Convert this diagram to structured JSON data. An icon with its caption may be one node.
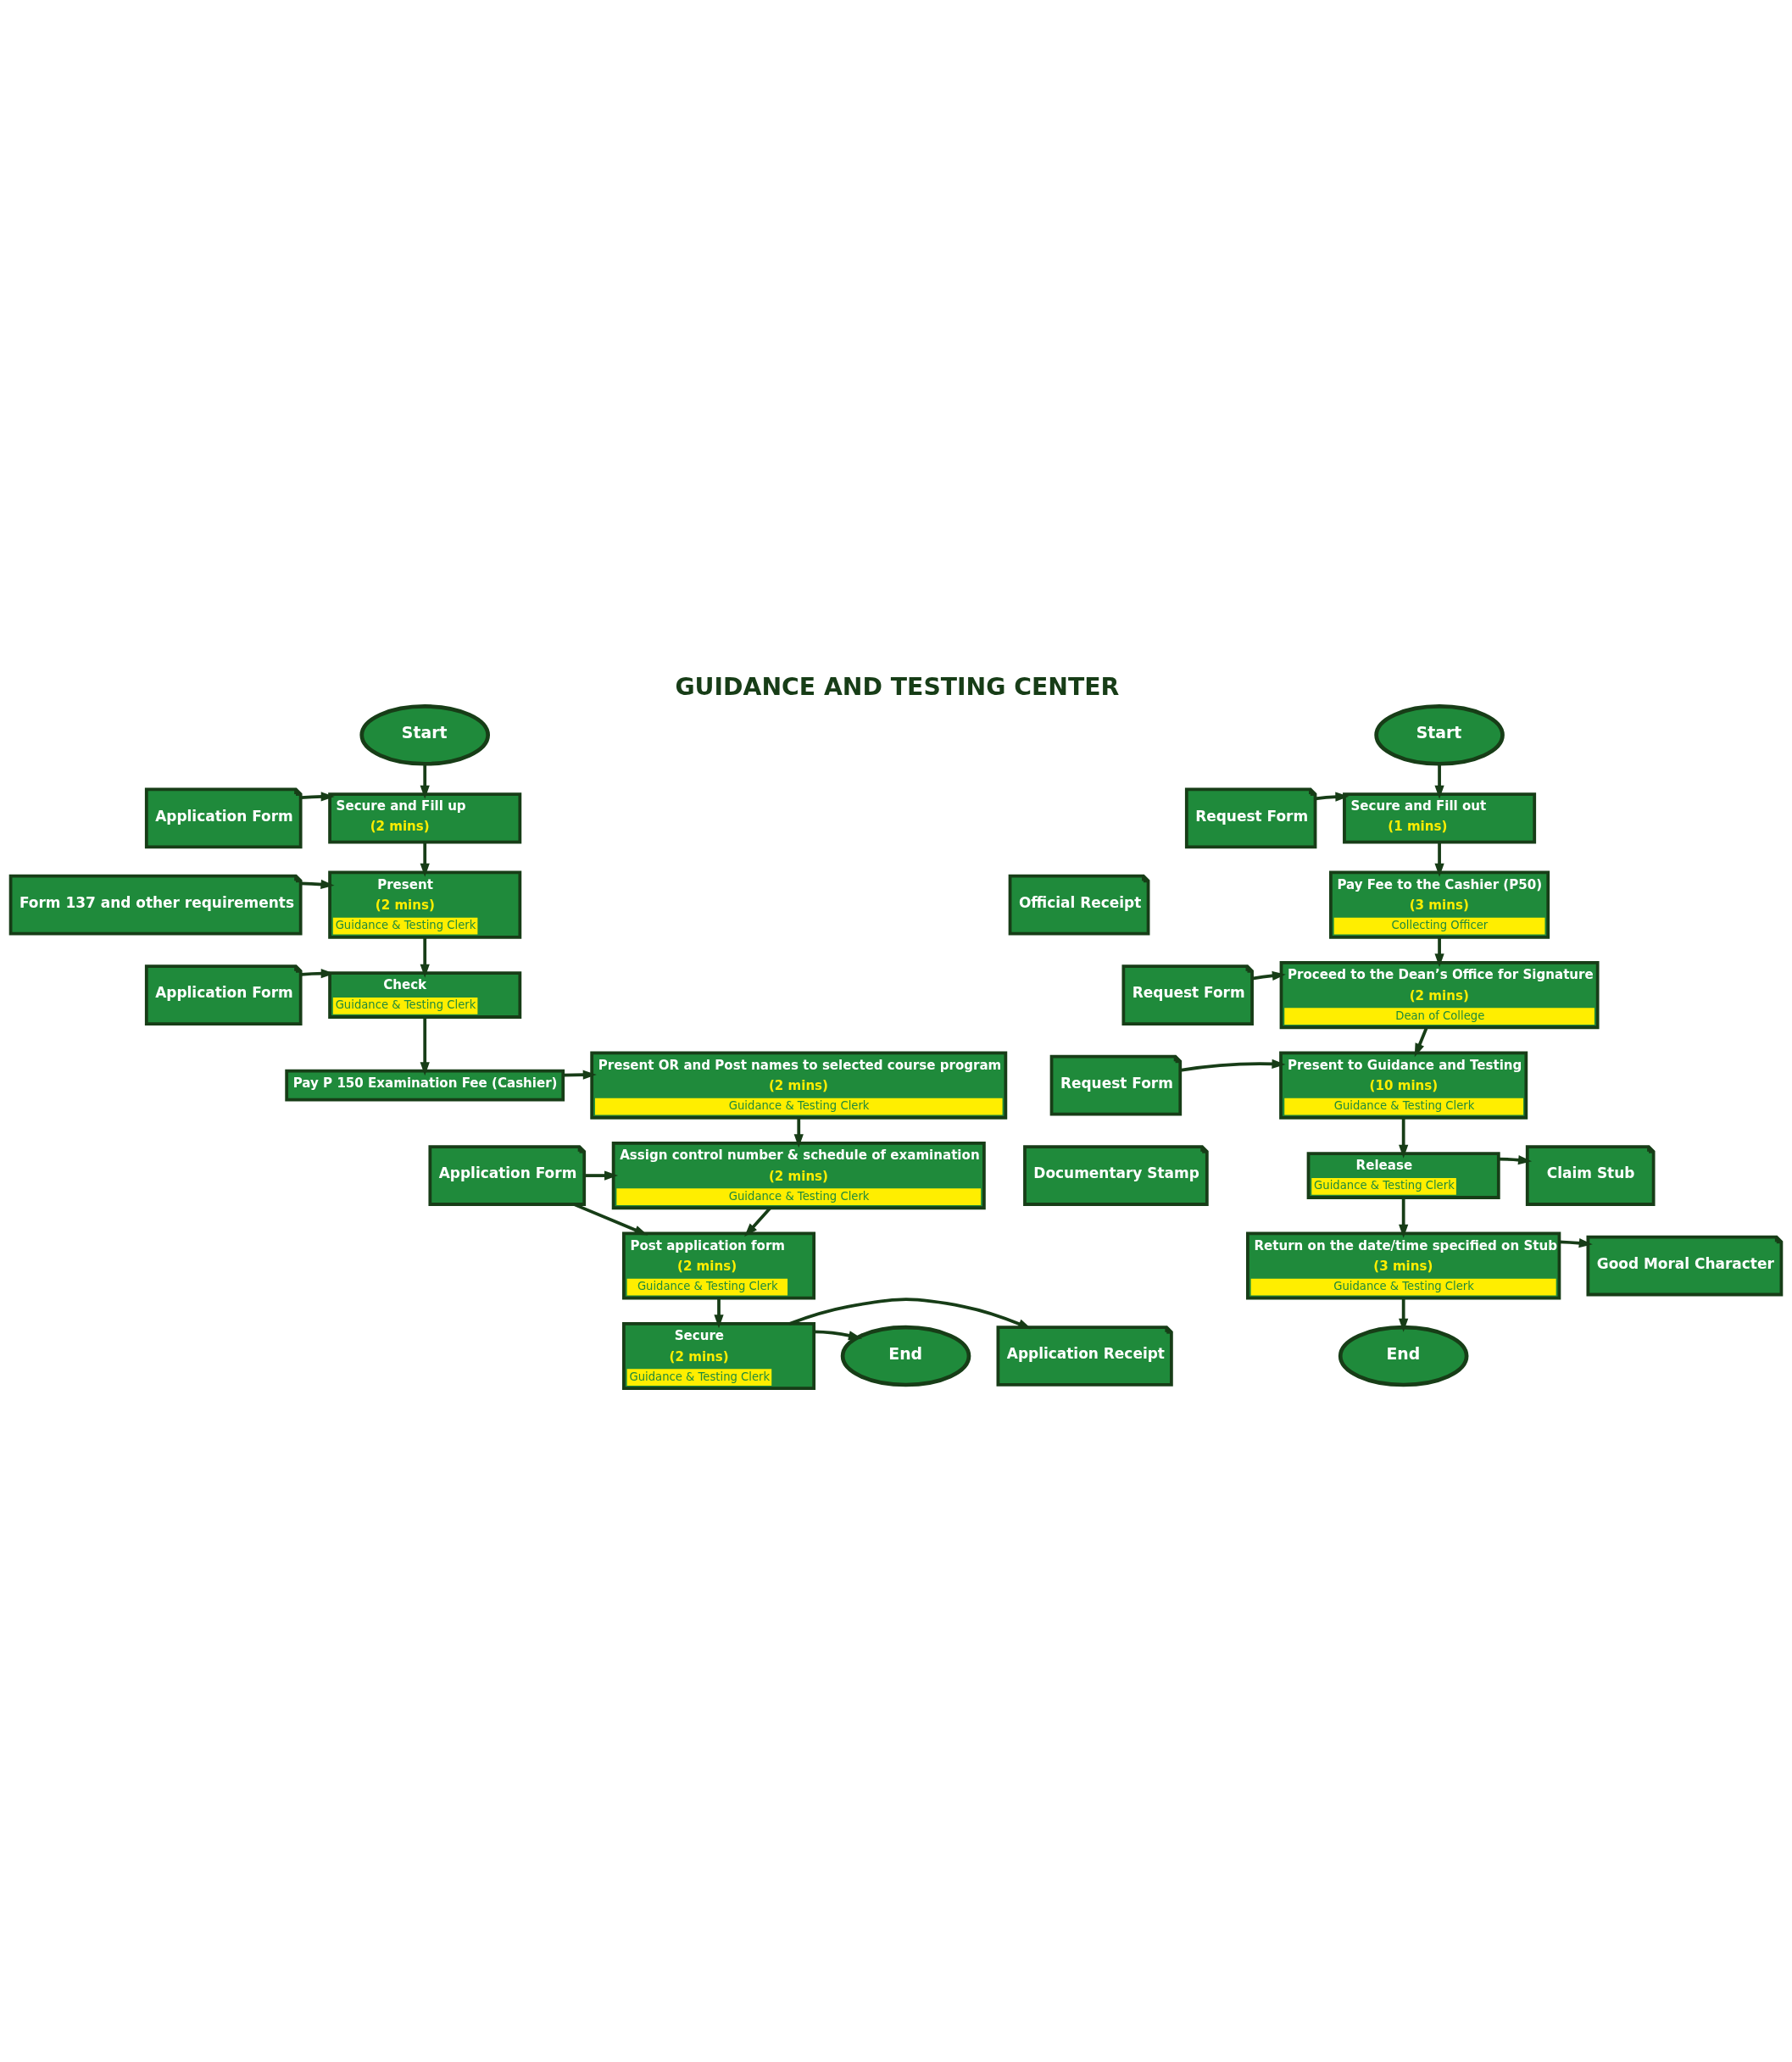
{
  "diagram": {
    "title": "GUIDANCE AND TESTING CENTER",
    "nodes": [
      {
        "text": [
          "Start"
        ]
      },
      {
        "text": [
          "Application Form"
        ]
      },
      {
        "text": [
          "Secure and Fill up",
          "(2 mins)"
        ]
      },
      {
        "text": [
          "Form 137 and other requirements"
        ]
      },
      {
        "text": [
          "Present",
          "(2 mins)",
          "Guidance & Testing Clerk"
        ]
      },
      {
        "text": [
          "Application Form"
        ]
      },
      {
        "text": [
          "Check",
          "Guidance & Testing Clerk"
        ]
      },
      {
        "text": [
          "Pay P 150 Examination Fee (Cashier)"
        ]
      },
      {
        "text": [
          "Present OR and Post names to selected course program",
          "(2 mins)",
          "Guidance & Testing Clerk"
        ]
      },
      {
        "text": [
          "Assign control number & schedule of examination",
          "(2 mins)",
          "Guidance & Testing Clerk"
        ]
      },
      {
        "text": [
          "Application Form"
        ]
      },
      {
        "text": [
          "Post application form",
          "(2 mins)",
          "Guidance & Testing Clerk"
        ]
      },
      {
        "text": [
          "Secure",
          "(2 mins)",
          "Guidance & Testing Clerk"
        ]
      },
      {
        "text": [
          "Application Receipt"
        ]
      },
      {
        "text": [
          "End"
        ]
      },
      {
        "text": [
          "Start"
        ]
      },
      {
        "text": [
          "Request Form"
        ]
      },
      {
        "text": [
          "Secure and Fill out",
          "(1 mins)"
        ]
      },
      {
        "text": [
          "Pay Fee to the Cashier (P50)",
          "(3 mins)",
          "Collecting Officer"
        ]
      },
      {
        "text": [
          "Request Form"
        ]
      },
      {
        "text": [
          "Proceed to the Dean’s Office for Signature",
          "(2 mins)",
          "Dean of College"
        ]
      },
      {
        "text": [
          "Official Receipt"
        ]
      },
      {
        "text": [
          "Request Form"
        ]
      },
      {
        "text": [
          "Documentary Stamp"
        ]
      },
      {
        "text": [
          "Present to Guidance and Testing",
          "(10 mins)",
          "Guidance & Testing Clerk"
        ]
      },
      {
        "text": [
          "Release",
          "Guidance & Testing Clerk"
        ]
      },
      {
        "text": [
          "Claim Stub"
        ]
      },
      {
        "text": [
          "Return on the date/time specified on Stub",
          "(3 mins)",
          "Guidance & Testing Clerk"
        ]
      },
      {
        "text": [
          "Good Moral Character"
        ]
      },
      {
        "text": [
          "End"
        ]
      }
    ],
    "edges": [
      {
        "from": 0,
        "to": 2,
        "arrow": "to"
      },
      {
        "from": 1,
        "to": 2,
        "arrow": "to"
      },
      {
        "from": 2,
        "to": 4,
        "arrow": "to"
      },
      {
        "from": 3,
        "to": 4,
        "arrow": "to"
      },
      {
        "from": 4,
        "to": 6,
        "arrow": "to"
      },
      {
        "from": 5,
        "to": 6,
        "arrow": "to"
      },
      {
        "from": 6,
        "to": 7,
        "arrow": "to"
      },
      {
        "from": 7,
        "to": 8,
        "arrow": "to"
      },
      {
        "from": 8,
        "to": 9,
        "arrow": "to"
      },
      {
        "from": 10,
        "to": 9,
        "arrow": "to"
      },
      {
        "from": 10,
        "to": 11,
        "arrow": "to"
      },
      {
        "from": 9,
        "to": 11,
        "arrow": "to"
      },
      {
        "from": 11,
        "to": 12,
        "arrow": "to"
      },
      {
        "from": 12,
        "to": 13,
        "arrow": "to"
      },
      {
        "from": 12,
        "to": 14,
        "arrow": "to"
      },
      {
        "from": 15,
        "to": 17,
        "arrow": "to"
      },
      {
        "from": 16,
        "to": 17,
        "arrow": "to"
      },
      {
        "from": 17,
        "to": 18,
        "arrow": "to"
      },
      {
        "from": 18,
        "to": 20,
        "arrow": "to"
      },
      {
        "from": 19,
        "to": 20,
        "arrow": "to"
      },
      {
        "from": 20,
        "to": 24,
        "arrow": "to"
      },
      {
        "from": 22,
        "to": 24,
        "arrow": "to"
      },
      {
        "from": 24,
        "to": 25,
        "arrow": "to"
      },
      {
        "from": 25,
        "to": 26,
        "arrow": "to"
      },
      {
        "from": 25,
        "to": 27,
        "arrow": "to"
      },
      {
        "from": 27,
        "to": 28,
        "arrow": "to"
      },
      {
        "from": 27,
        "to": 29,
        "arrow": "to"
      }
    ]
  }
}
